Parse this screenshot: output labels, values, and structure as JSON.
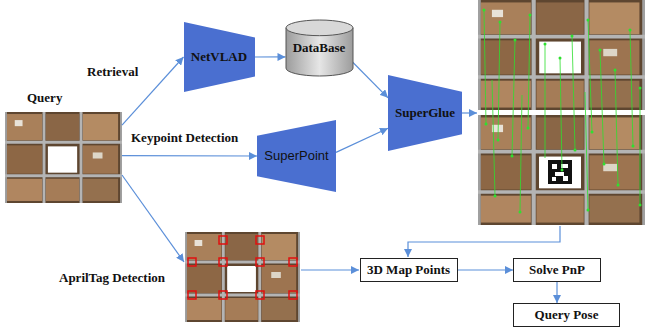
{
  "diagram": {
    "nodes": [
      {
        "text": [
          "Query"
        ]
      },
      {
        "text": [
          "NetVLAD"
        ]
      },
      {
        "text": [
          "DataBase"
        ]
      },
      {
        "text": [
          "SuperPoint"
        ]
      },
      {
        "text": [
          "SuperGlue"
        ]
      },
      {
        "text": [
          "3D Map Points"
        ]
      },
      {
        "text": [
          "Solve PnP"
        ]
      },
      {
        "text": [
          "Query Pose"
        ]
      }
    ],
    "edges": [
      {
        "from": 0,
        "to": 1,
        "label": "Retrieval",
        "arrow": "to"
      },
      {
        "from": 1,
        "to": 2,
        "arrow": "to"
      },
      {
        "from": 2,
        "to": 4,
        "arrow": "to"
      },
      {
        "from": 0,
        "to": 3,
        "label": "Keypoint Detection",
        "arrow": "to"
      },
      {
        "from": 3,
        "to": 4,
        "arrow": "to"
      },
      {
        "from": 5,
        "to": 6,
        "arrow": "to"
      },
      {
        "from": 6,
        "to": 7,
        "arrow": "to"
      }
    ],
    "labels": [
      "AprilTag Detection"
    ]
  }
}
